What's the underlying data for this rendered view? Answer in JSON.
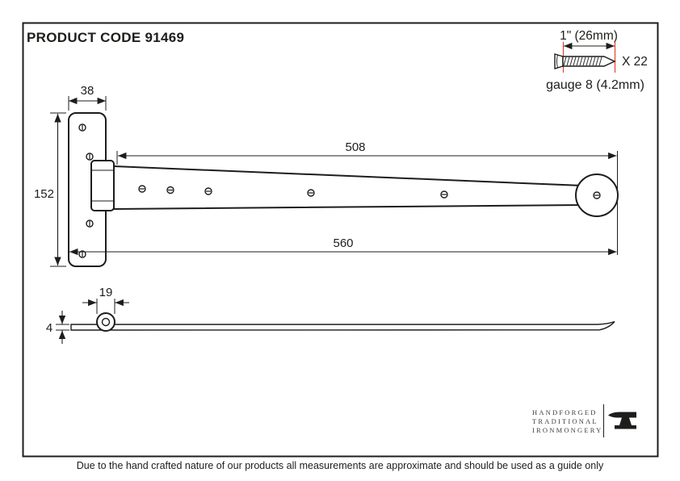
{
  "title": "PRODUCT CODE 91469",
  "screw": {
    "length": "1\" (26mm)",
    "quantity": "X 22",
    "gauge": "gauge 8 (4.2mm)"
  },
  "dimensions": {
    "plate_width": "38",
    "plate_height": "152",
    "strap_length": "508",
    "overall_length": "560",
    "knuckle_diameter": "19",
    "thickness": "4"
  },
  "logo": {
    "line1": "HANDFORGED",
    "line2": "TRADITIONAL",
    "line3": "IRONMONGERY"
  },
  "footer": "Due to the hand crafted nature of our products all measurements are approximate and should be used as a guide only",
  "colors": {
    "ink": "#1d1d1b",
    "accent": "#e0452f"
  }
}
